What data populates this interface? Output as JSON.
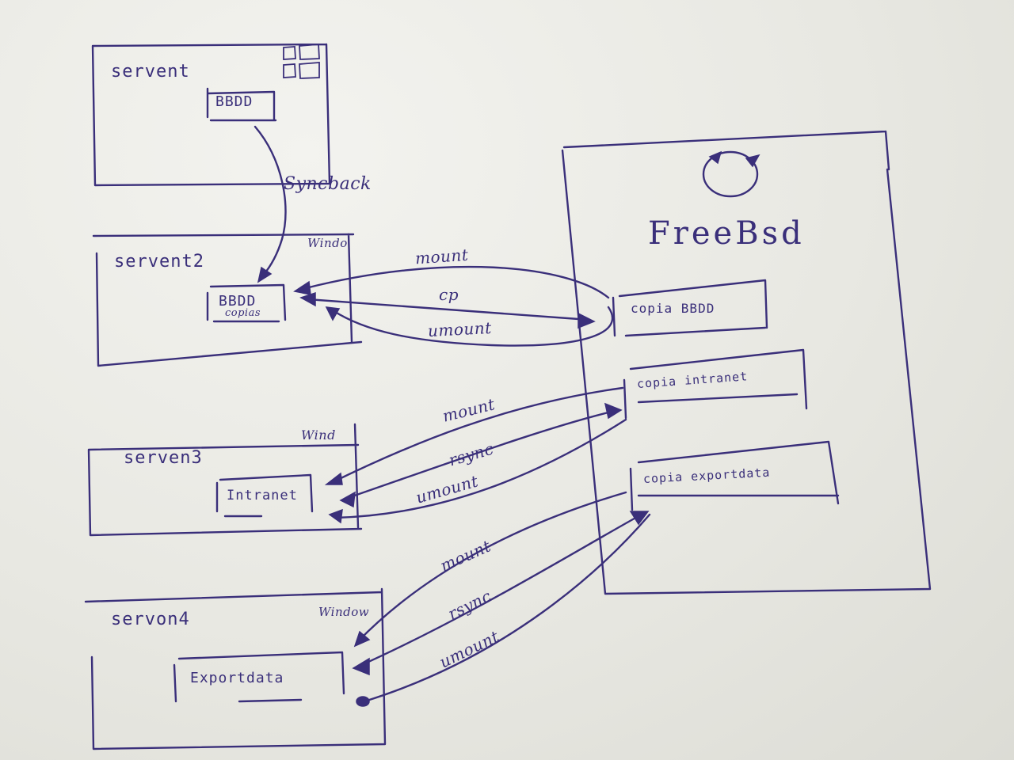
{
  "servers": [
    {
      "label": "servent",
      "db_label": "BBDD",
      "db_sub": ""
    },
    {
      "label": "servent2",
      "os": "Windo",
      "db_label": "BBDD",
      "db_sub": "copias"
    },
    {
      "label": "serven3",
      "os": "Wind",
      "db_label": "Intranet"
    },
    {
      "label": "servon4",
      "os": "Window",
      "db_label": "Exportdata"
    }
  ],
  "syncback_label": "Syncback",
  "freebsd": {
    "title": "FreeBsd",
    "boxes": [
      "copia BBDD",
      "copia intranet",
      "copia exportdata"
    ]
  },
  "arrows": {
    "s2": [
      "mount",
      "cp",
      "umount"
    ],
    "s3": [
      "mount",
      "rsync",
      "umount"
    ],
    "s4": [
      "mount",
      "rsync",
      "umount"
    ]
  },
  "colors": {
    "ink": "#3a2f7a",
    "paper": "#ecece7"
  }
}
